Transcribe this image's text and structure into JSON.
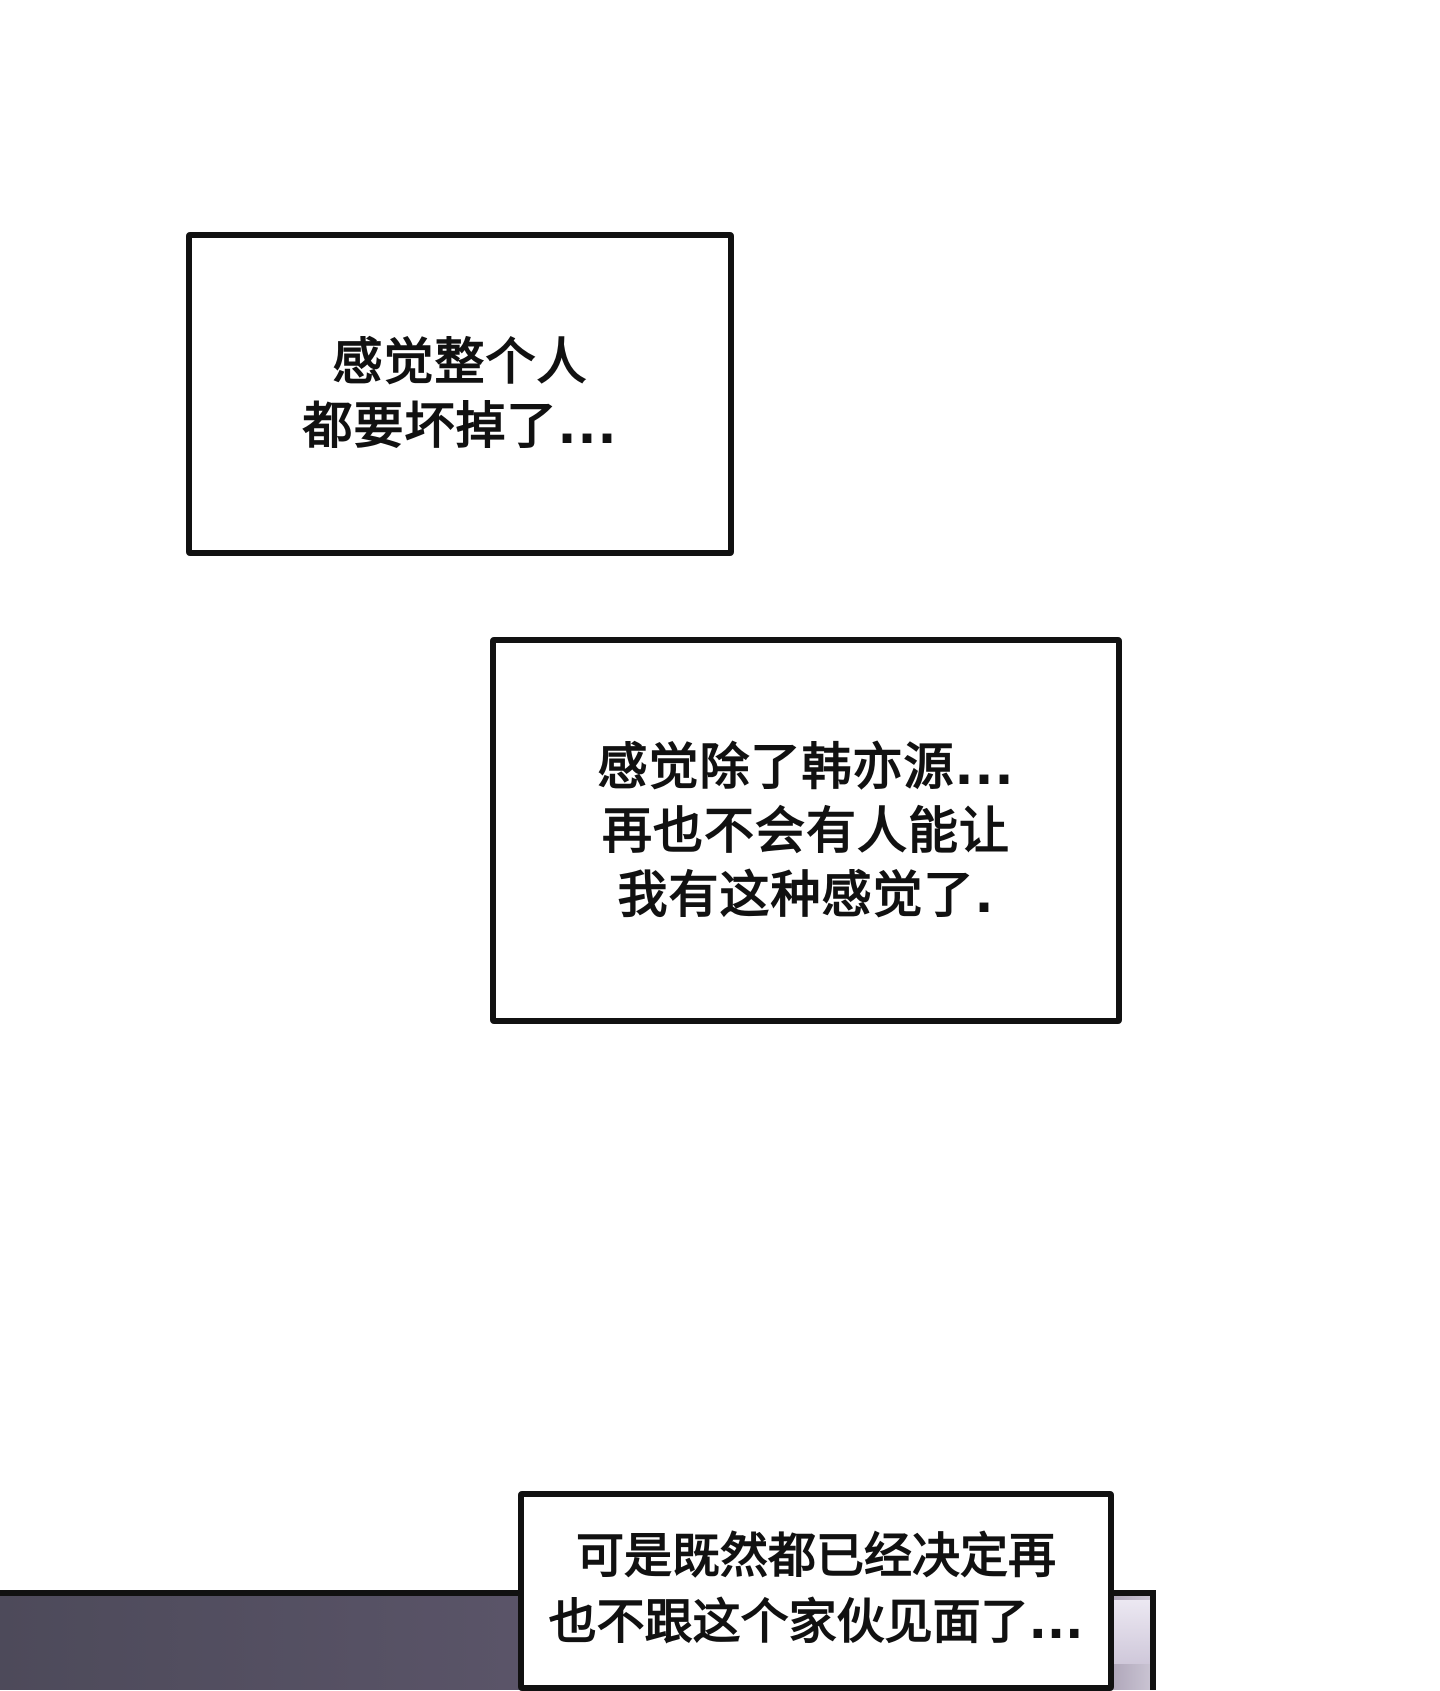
{
  "captions": [
    {
      "text": "感觉整个人\n都要坏掉了..."
    },
    {
      "text": "感觉除了韩亦源...\n再也不会有人能让\n我有这种感觉了."
    },
    {
      "text": "可是既然都已经决定再\n也不跟这个家伙见面了..."
    }
  ],
  "colors": {
    "background": "#ffffff",
    "border": "#111111",
    "text": "#111111",
    "panel_strip": "#5a5468"
  }
}
